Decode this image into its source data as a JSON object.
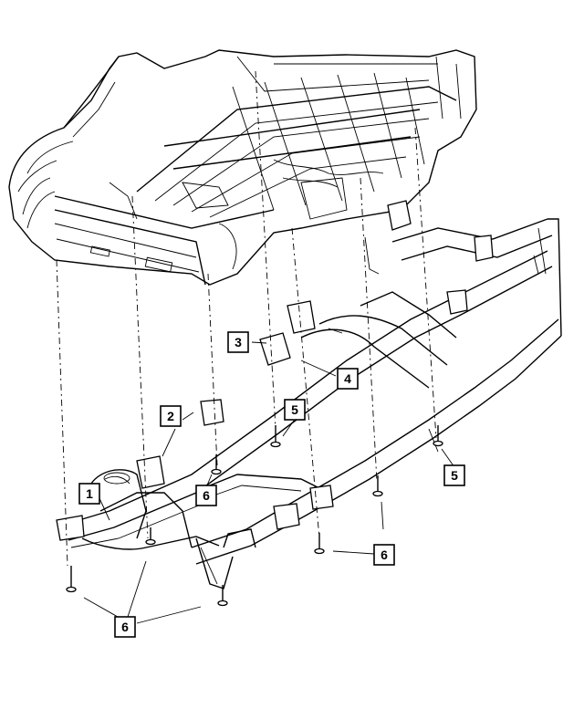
{
  "callouts": [
    {
      "id": "c1",
      "label": "1"
    },
    {
      "id": "c2",
      "label": "2"
    },
    {
      "id": "c3",
      "label": "3"
    },
    {
      "id": "c4",
      "label": "4"
    },
    {
      "id": "c5a",
      "label": "5"
    },
    {
      "id": "c5b",
      "label": "5"
    },
    {
      "id": "c6a",
      "label": "6"
    },
    {
      "id": "c6b",
      "label": "6"
    },
    {
      "id": "c6c",
      "label": "6"
    }
  ]
}
